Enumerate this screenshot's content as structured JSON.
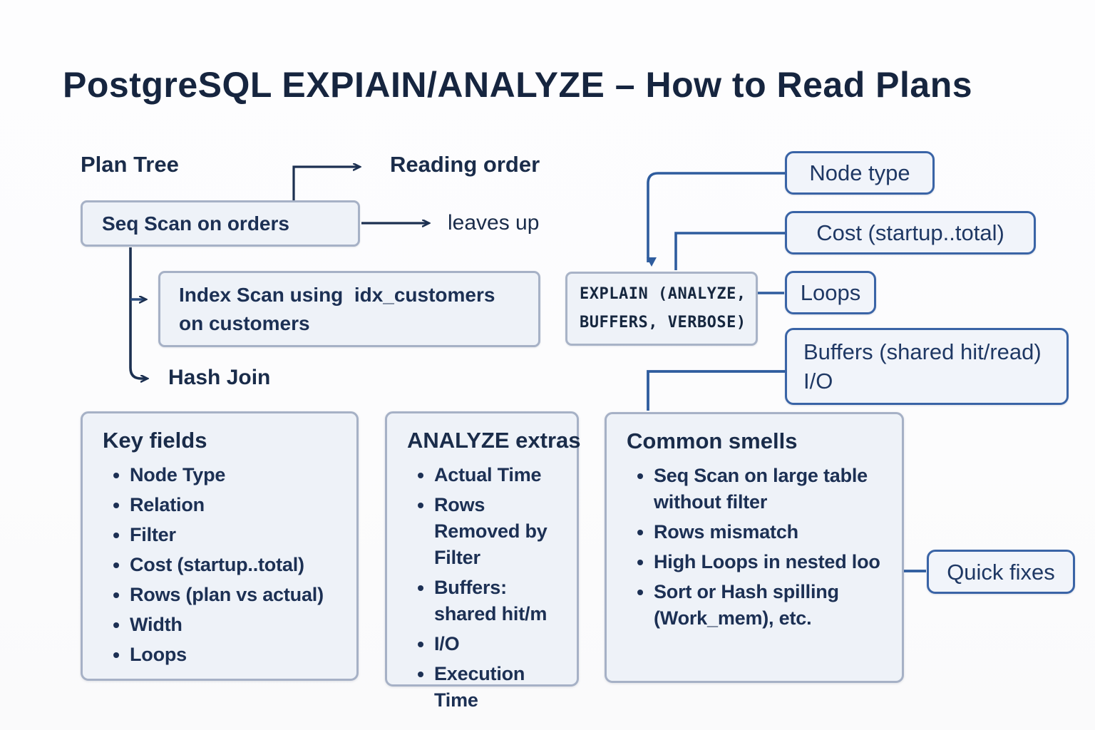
{
  "title": "PostgreSQL EXPIAIN/ANALYZE – How to Read Plans",
  "bullet_char": "•",
  "colors": {
    "text_navy": "#1c3054",
    "title_navy": "#16253f",
    "box_fill": "#eef2f8",
    "light_border": "#a6b1c6",
    "dark_border": "#3a64a6",
    "tree_line": "#1c3051",
    "connector_blue": "#2e5c9e"
  },
  "plan_tree": {
    "heading": "Plan Tree",
    "reading_order": "Reading order",
    "leaves_up": "leaves up",
    "seq_scan": "Seq Scan on orders",
    "index_scan": "Index Scan using  idx_customers\non customers",
    "hash_join": "Hash Join"
  },
  "explain_box": {
    "code": "EXPLAIN (ANALYZE,\nBUFFERS, VERBOSE)"
  },
  "callouts": {
    "node_type": "Node type",
    "cost": "Cost (startup..total)",
    "loops": "Loops",
    "buffers": "Buffers (shared hit/read)\nI/O",
    "quick_fixes": "Quick fixes"
  },
  "panels": [
    {
      "title": "Key fields",
      "items": [
        "Node Type",
        "Relation",
        "Filter",
        "Cost (startup..total)",
        "Rows (plan vs actual)",
        "Width",
        "Loops"
      ]
    },
    {
      "title": "ANALYZE extras",
      "items": [
        "Actual Time",
        "Rows\nRemoved by\nFilter",
        "Buffers:\nshared hit/m",
        "I/O",
        "Execution Time"
      ]
    },
    {
      "title": "Common smells",
      "items": [
        "Seq Scan on large table\nwithout filter",
        "Rows mismatch",
        "High Loops in nested loo",
        "Sort or Hash spilling\n(Work_mem), etc."
      ]
    }
  ]
}
